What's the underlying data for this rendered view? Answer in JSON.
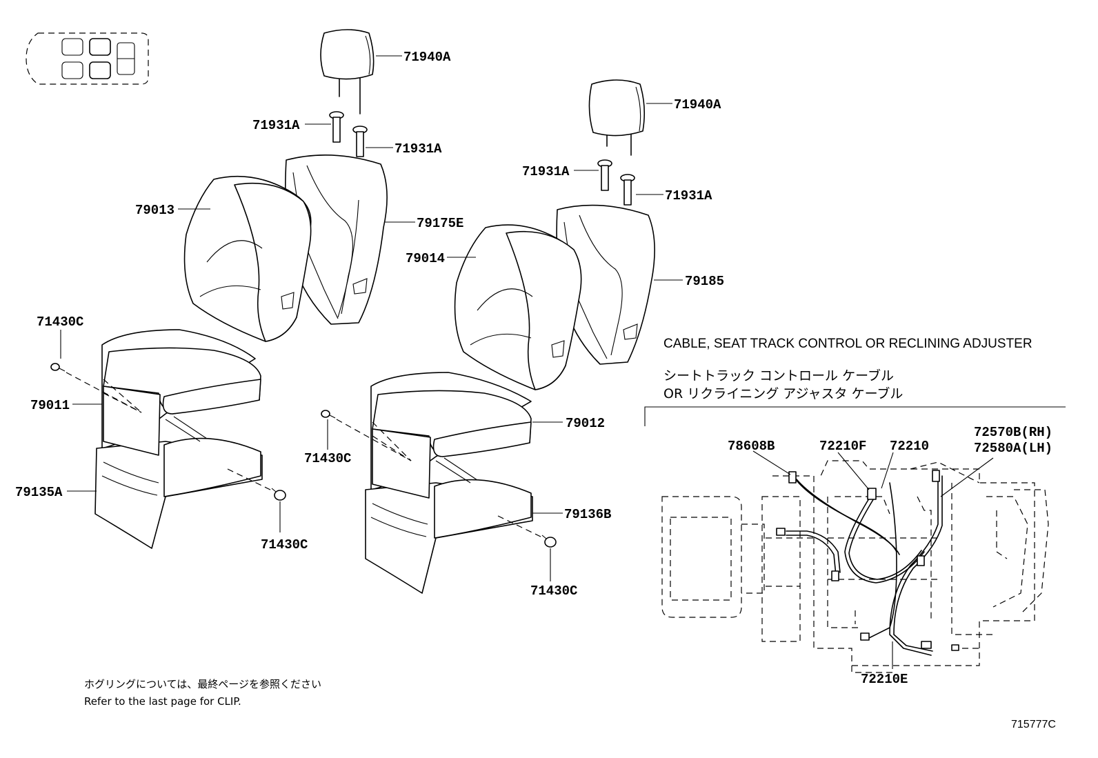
{
  "part_labels": {
    "headrest_left": "71940A",
    "headrest_right": "71940A",
    "support_left_a": "71931A",
    "support_left_b": "71931A",
    "support_right_a": "71931A",
    "support_right_b": "71931A",
    "back_cover_left": "79013",
    "back_pad_left": "79175E",
    "back_cover_right": "79014",
    "back_pad_right": "79185",
    "clip_1": "71430C",
    "clip_2": "71430C",
    "clip_3": "71430C",
    "clip_4": "71430C",
    "cushion_cover_left": "79011",
    "cushion_pad_left": "79135A",
    "cushion_cover_right": "79012",
    "cushion_pad_right": "79136B",
    "cable_78608B": "78608B",
    "cable_72210F": "72210F",
    "cable_72210": "72210",
    "cable_72570B": "72570B(RH)",
    "cable_72580A": "72580A(LH)",
    "cable_72210E": "72210E"
  },
  "cable_section": {
    "title_en": "CABLE, SEAT TRACK CONTROL OR RECLINING ADJUSTER",
    "title_jp_line1": "シートトラック コントロール ケーブル",
    "title_jp_line2": "OR リクライニング アジャスタ ケーブル"
  },
  "footnote": {
    "jp": "ホグリングについては、最終ページを参照ください",
    "en": "Refer to the last page for CLIP."
  },
  "figure_id": "715777C"
}
